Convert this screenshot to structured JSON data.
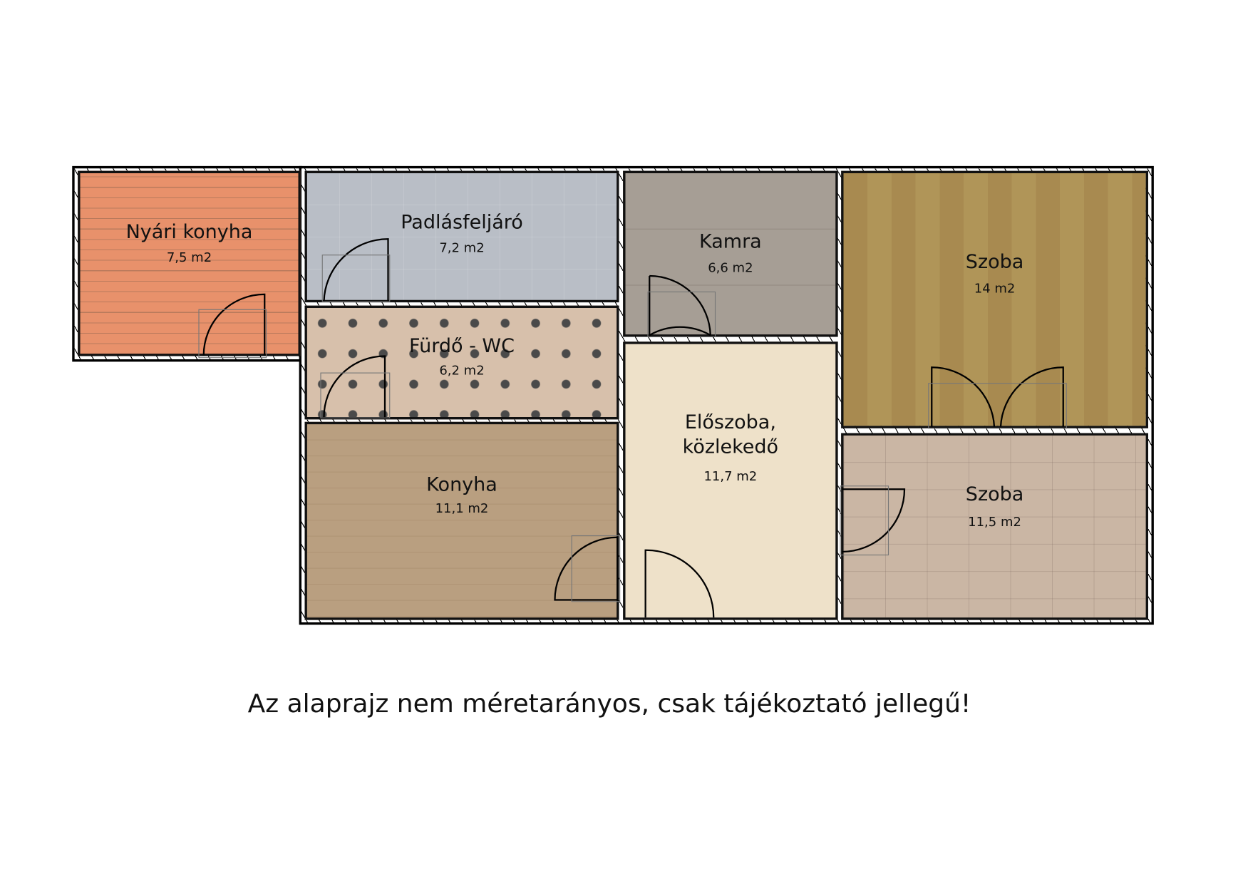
{
  "rooms": [
    {
      "name": "Nyári konyha",
      "area": "7,5 m2",
      "color": "#e8916b"
    },
    {
      "name": "Padlásfeljáró",
      "area": "7,2 m2",
      "color": "#b9bec6"
    },
    {
      "name": "Fürdő - WC",
      "area": "6,2 m2",
      "color": "#d7c0ab"
    },
    {
      "name": "Konyha",
      "area": "11,1 m2",
      "color": "#b99f80"
    },
    {
      "name": "Kamra",
      "area": "6,6 m2",
      "color": "#a69e95"
    },
    {
      "name": "Előszoba,",
      "name2": "közlekedő",
      "area": "11,7 m2",
      "color": "#eee1c9"
    },
    {
      "name": "Szoba",
      "area": "14 m2",
      "color": "#a88a50"
    },
    {
      "name": "Szoba",
      "area": "11,5 m2",
      "color": "#cab6a4"
    }
  ],
  "note": "Az alaprajz nem méretarányos, csak tájékoztató jellegű!"
}
